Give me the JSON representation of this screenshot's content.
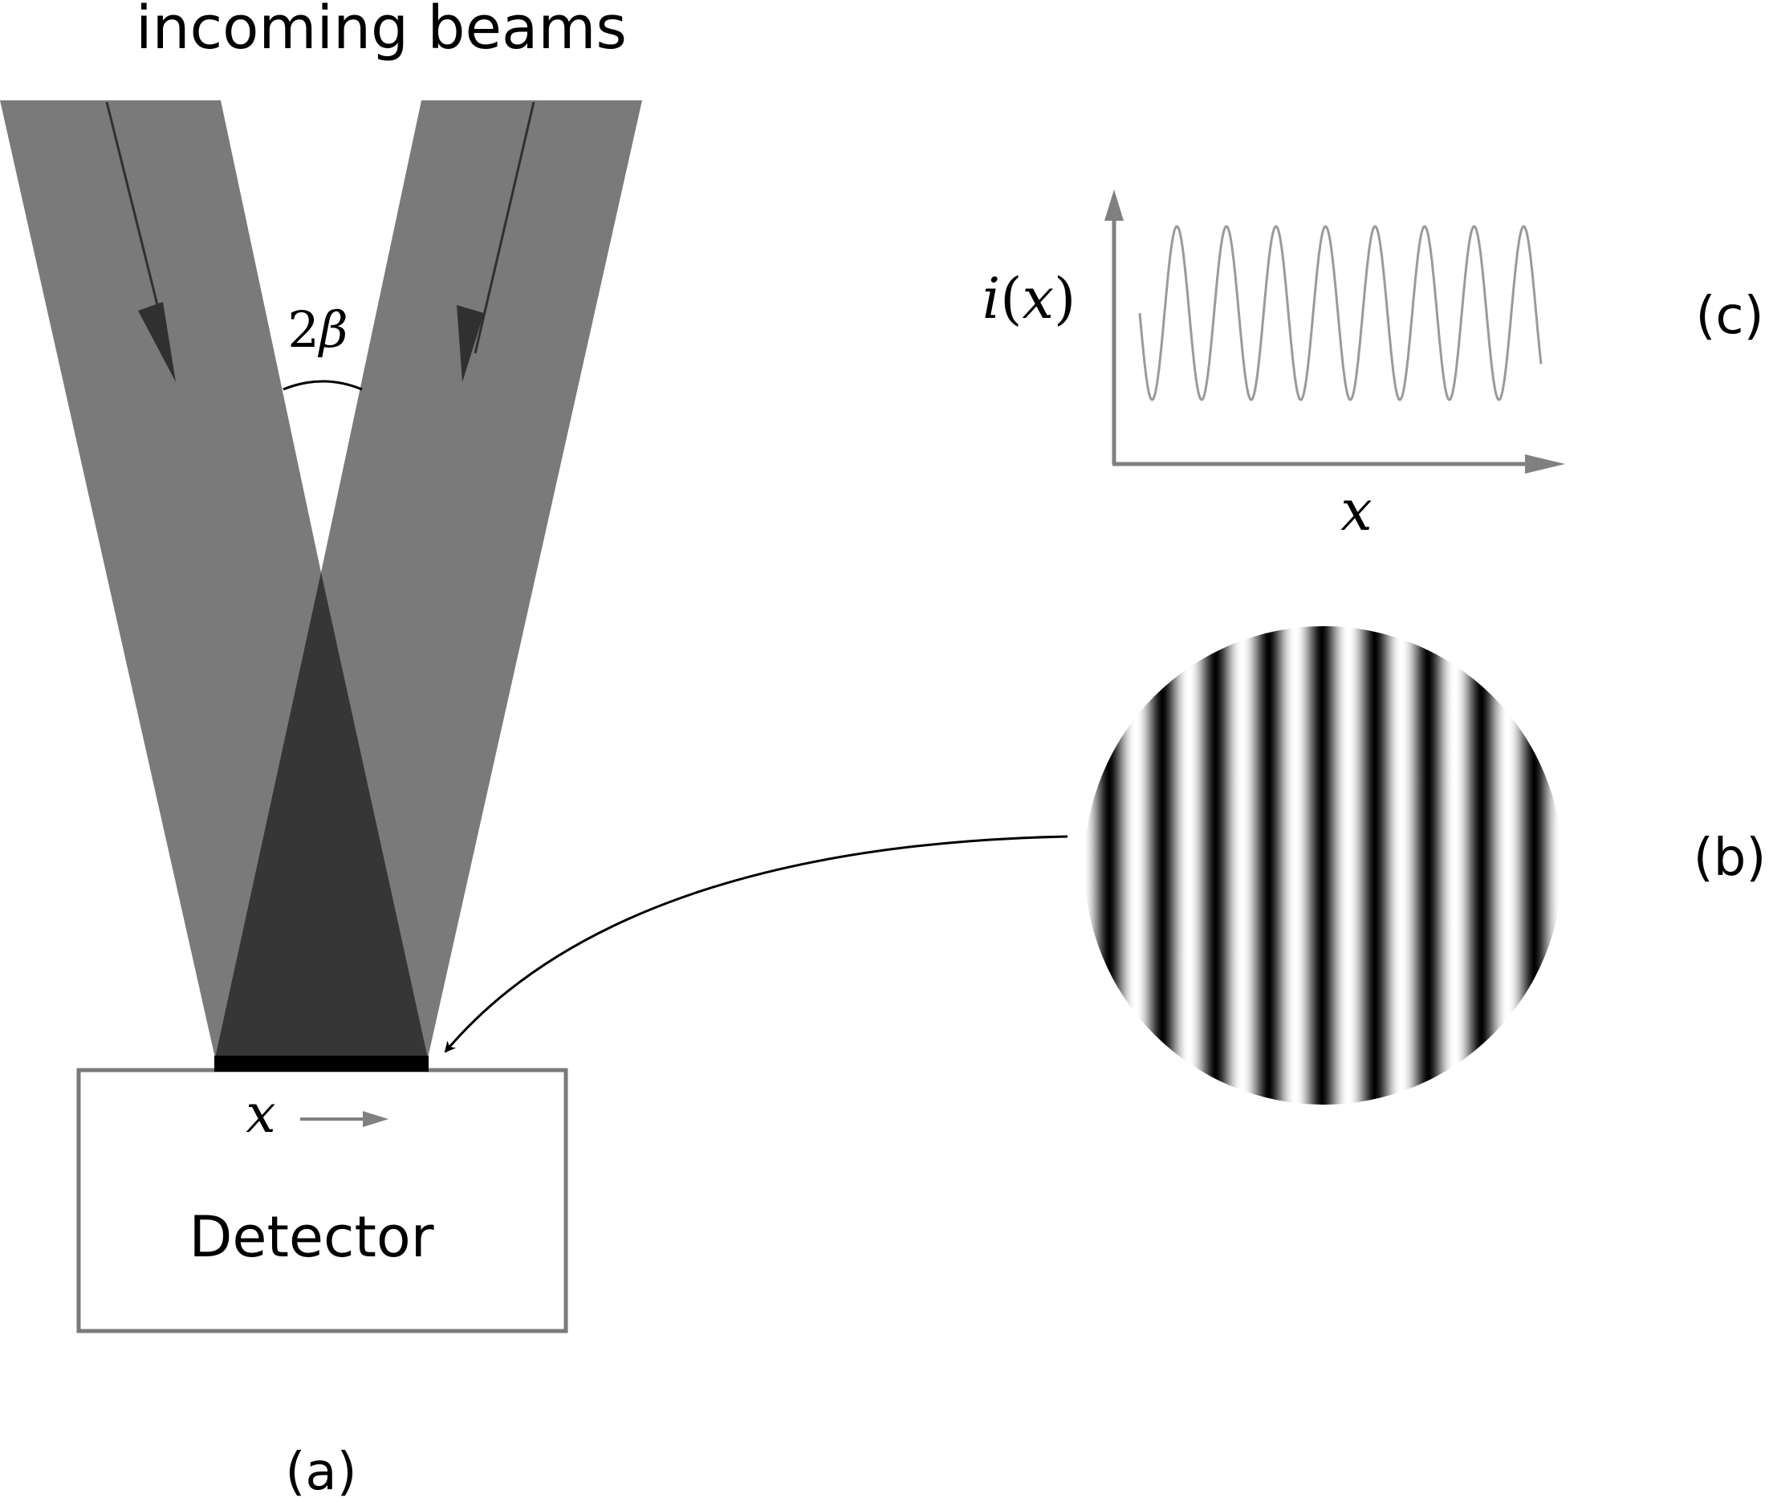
{
  "title": "incoming beams",
  "angle_label": {
    "num": "2",
    "sym": "β"
  },
  "detector": {
    "label": "Detector",
    "axis_label": "x"
  },
  "plot": {
    "ylabel_fn": "i",
    "ylabel_paren_open": "(",
    "ylabel_var": "x",
    "ylabel_paren_close": ")",
    "xlabel": "x",
    "cycles": 8
  },
  "fringes": {
    "count": 9
  },
  "panel_labels": {
    "a": "(a)",
    "b": "(b)",
    "c": "(c)"
  },
  "colors": {
    "beam": "#7a7a7a",
    "overlap": "#363636",
    "arrow": "#303030",
    "axis": "#808080",
    "wave": "#9a9a9a",
    "box": "#7a7a7a"
  }
}
